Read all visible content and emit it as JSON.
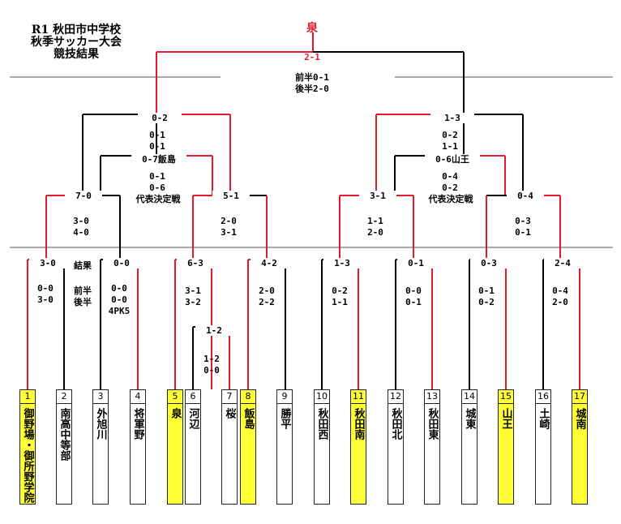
{
  "title": {
    "line1": "R1 秋田市中学校",
    "line2": "秋季サッカー大会",
    "line3": "競技結果"
  },
  "colors": {
    "winner_line": "#e8192c",
    "loser_line": "#000000",
    "winner_fill": "#ffff33",
    "divider": "#555555"
  },
  "champion": "泉",
  "final": {
    "score": "2-1",
    "half1": "前半0-1",
    "half2": "後半2-0"
  },
  "left_semi": {
    "score": "0-2",
    "d1": "0-1",
    "d2": "0-1"
  },
  "left_rep": {
    "score": "0-7飯島",
    "d1": "0-1",
    "d2": "0-6",
    "note": "代表決定戦"
  },
  "right_semi": {
    "score": "1-3",
    "d1": "0-2",
    "d2": "1-1"
  },
  "right_rep": {
    "score": "0-6山王",
    "d1": "0-4",
    "d2": "0-2",
    "note": "代表決定戦"
  },
  "qf": {
    "q1": {
      "score": "7-0",
      "d1": "3-0",
      "d2": "4-0"
    },
    "q2": {
      "score": "5-1",
      "d1": "2-0",
      "d2": "3-1"
    },
    "q3": {
      "score": "3-1",
      "d1": "1-1",
      "d2": "2-0"
    },
    "q4": {
      "score": "0-4",
      "d1": "0-3",
      "d2": "0-1"
    }
  },
  "r1": {
    "m1": {
      "score": "3-0",
      "d1": "0-0",
      "d2": "3-0"
    },
    "legend": {
      "l1": "結果",
      "l2": "前半",
      "l3": "後半"
    },
    "m2": {
      "score": "0-0",
      "d1": "0-0",
      "d2": "0-0",
      "d3": "4PK5"
    },
    "m3": {
      "score": "6-3",
      "d1": "3-1",
      "d2": "3-2"
    },
    "m4": {
      "score": "4-2",
      "d1": "2-0",
      "d2": "2-2"
    },
    "m5": {
      "score": "1-3",
      "d1": "0-2",
      "d2": "1-1"
    },
    "m6": {
      "score": "0-1",
      "d1": "0-0",
      "d2": "0-1"
    },
    "m7": {
      "score": "0-3",
      "d1": "0-1",
      "d2": "0-2"
    },
    "m8": {
      "score": "2-4",
      "d1": "0-4",
      "d2": "2-0"
    },
    "pre": {
      "score": "1-2",
      "d1": "1-2",
      "d2": "0-0"
    }
  },
  "teams": [
    {
      "num": "1",
      "name": "御野場・御所野学院",
      "winner": true
    },
    {
      "num": "2",
      "name": "南高中等部",
      "winner": false
    },
    {
      "num": "3",
      "name": "外旭川",
      "winner": false
    },
    {
      "num": "4",
      "name": "将軍野",
      "winner": false
    },
    {
      "num": "5",
      "name": "泉",
      "winner": true
    },
    {
      "num": "6",
      "name": "河辺",
      "winner": false
    },
    {
      "num": "7",
      "name": "桜",
      "winner": false
    },
    {
      "num": "8",
      "name": "飯島",
      "winner": true
    },
    {
      "num": "9",
      "name": "勝平",
      "winner": false
    },
    {
      "num": "10",
      "name": "秋田西",
      "winner": false
    },
    {
      "num": "11",
      "name": "秋田南",
      "winner": true
    },
    {
      "num": "12",
      "name": "秋田北",
      "winner": false
    },
    {
      "num": "13",
      "name": "秋田東",
      "winner": false
    },
    {
      "num": "14",
      "name": "城東",
      "winner": false
    },
    {
      "num": "15",
      "name": "山王",
      "winner": true
    },
    {
      "num": "16",
      "name": "土崎",
      "winner": false
    },
    {
      "num": "17",
      "name": "城南",
      "winner": true
    }
  ]
}
